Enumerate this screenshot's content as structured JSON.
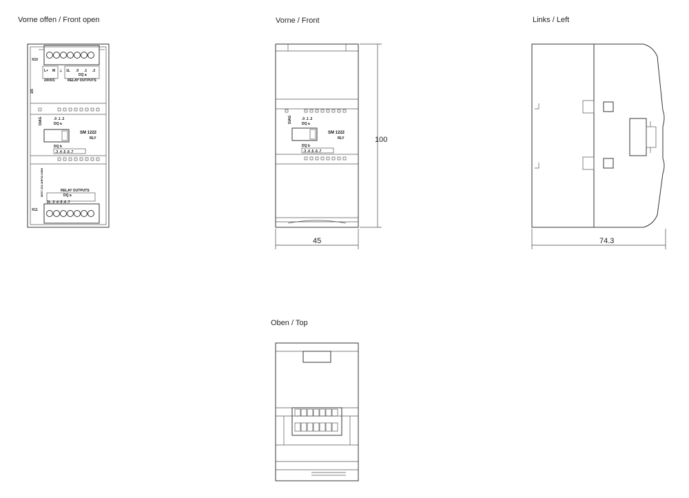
{
  "views": {
    "front_open": {
      "title": "Vorne offen / Front open",
      "labels": {
        "x10": "X10",
        "x11": "X11",
        "l_plus": "L+",
        "m": "M",
        "one_l": "1L",
        "q0": ".0",
        "q1": ".1",
        "q2": ".2",
        "dq_a": "DQ a",
        "dq_b": "DQ b",
        "vdc": "24VDC",
        "relay_top": "RELAY OUTPUTS",
        "relay_bottom": "RELAY OUTPUTS",
        "dq_a_mid": "DQ a",
        "diag": "DIAG",
        "model": "SM 1222",
        "variant": "RLY",
        "q_row_top": ".0  .1  .2",
        "q_row_bottom": ".3  .4  .5  .6  .7",
        "order_no": "6ES7 222-1HF32-0XB0",
        "bottom_terms": "2L  .3  .4  .5  .6  .7",
        "side_mark": "1/5"
      }
    },
    "front": {
      "title": "Vorne / Front",
      "width_dim": "45",
      "height_dim": "100",
      "labels": {
        "diag": "DIAG",
        "q_row_top": ".0  .1  .2",
        "dq_a": "DQ a",
        "model": "SM 1222",
        "variant": "RLY",
        "dq_b": "DQ b",
        "q_row_bottom": ".3  .4  .5  .6  .7"
      }
    },
    "left": {
      "title": "Links / Left",
      "depth_dim": "74.3"
    },
    "top": {
      "title": "Oben / Top"
    }
  }
}
